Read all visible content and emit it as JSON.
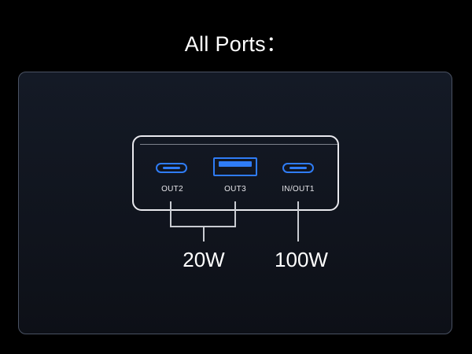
{
  "title": "All Ports：",
  "colors": {
    "background": "#000000",
    "panel": "#121722",
    "panel_border": "#4a5263",
    "port_accent": "#2f7cf6",
    "device_outline": "#e9e9ee"
  },
  "ports": [
    {
      "label": "OUT2",
      "type": "usb-c",
      "icon": "usb-c-port-icon"
    },
    {
      "label": "OUT3",
      "type": "usb-a",
      "icon": "usb-a-port-icon"
    },
    {
      "label": "IN/OUT1",
      "type": "usb-c",
      "icon": "usb-c-port-icon"
    }
  ],
  "power": {
    "shared_out2_out3": "20W",
    "in_out1": "100W"
  }
}
